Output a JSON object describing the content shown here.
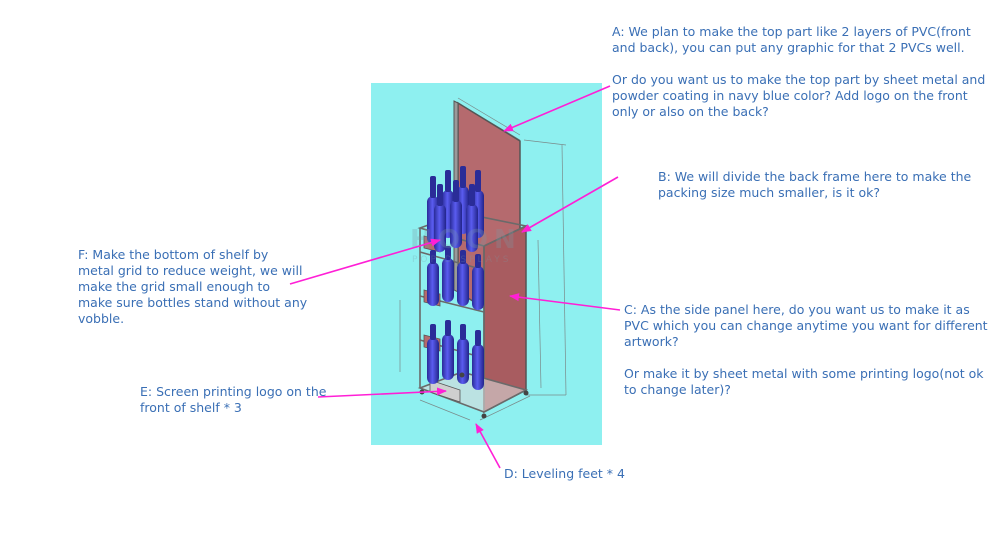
{
  "notes": {
    "a": "A: We plan to make the top part like 2 layers of PVC(front and back), you can put any graphic for that 2 PVCs well.\n\nOr do you want us to make the top part by sheet metal and powder coating in navy blue color? Add logo on the front only or also on the back?",
    "b": "B: We will divide the back frame here to make the packing size much smaller, is it ok?",
    "c": "C: As the side panel here, do you want us to make it as PVC which you can change anytime you want for different artwork?\n\nOr make it by sheet metal with some printing logo(not ok to change later)?",
    "d": "D: Leveling feet * 4",
    "e": "E: Screen printing logo on the front of shelf * 3",
    "f": "F: Make the bottom of shelf by metal grid to reduce weight, we will make the grid small enough to make sure bottles stand without any vobble."
  },
  "watermark": {
    "line1": "HOON",
    "line2": "POP DISPLAYS"
  },
  "colors": {
    "background": "#ffffff",
    "render_bg": "#8ef0f0",
    "arrow": "#ff1fd6",
    "text": "#3a6fb5",
    "panel": "#b56a6e",
    "bottle": "#3a3cc0"
  }
}
